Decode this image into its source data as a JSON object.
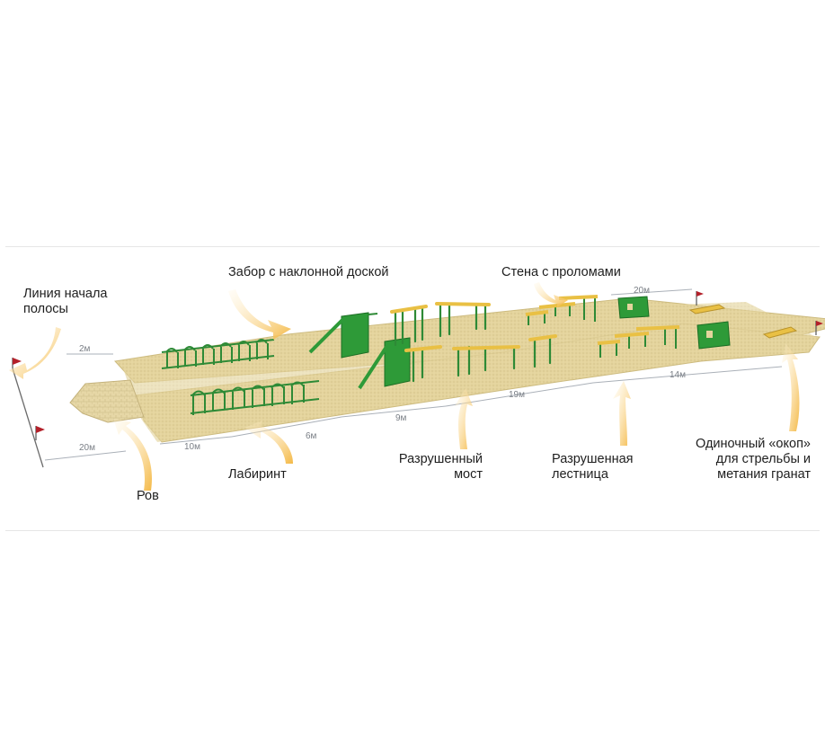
{
  "labels": {
    "start_line": "Линия начала\nполосы",
    "fence": "Забор с наклонной доской",
    "wall": "Стена с  проломами",
    "ditch": "Ров",
    "labyrinth": "Лабиринт",
    "bridge": "Разрушенный\nмост",
    "stairs": "Разрушенная\nлестница",
    "trench": "Одиночный «окоп»\nдля стрельбы и\nметания гранат"
  },
  "dimensions": {
    "d_2m": "2м",
    "d_20m_left": "20м",
    "d_10m": "10м",
    "d_6m": "6м",
    "d_9m": "9м",
    "d_19m": "19м",
    "d_14m": "14м",
    "d_20m_right": "20м"
  },
  "colors": {
    "sand": "#e3d39c",
    "sand_edge": "#c9b67a",
    "green": "#2e9a38",
    "green_dark": "#1c6e24",
    "yellow_beam": "#e9c044",
    "arrow": "#f6c25a",
    "flag": "#b3202a"
  }
}
